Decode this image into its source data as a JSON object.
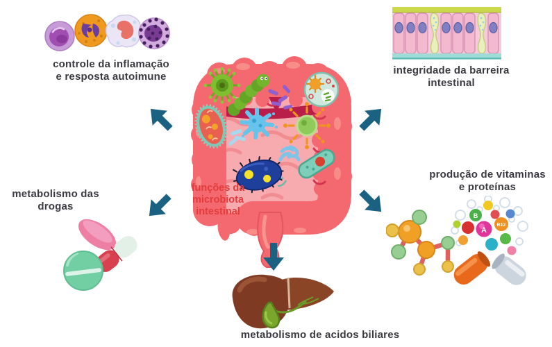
{
  "center": {
    "lines": [
      "funções da",
      "microbiota",
      "intestinal"
    ]
  },
  "nodes": {
    "immune": {
      "lines": [
        "controle da inflamação",
        "e resposta autoimune"
      ]
    },
    "barrier": {
      "lines": [
        "integridade da barreira",
        "intestinal"
      ]
    },
    "drugs": {
      "lines": [
        "metabolismo das",
        "drogas"
      ]
    },
    "vitamins": {
      "lines": [
        "produção de vitaminas",
        "e proteínas"
      ]
    },
    "bile": {
      "lines": [
        "metabolismo de acidos biliares"
      ]
    }
  },
  "vitamin_letters": {
    "a": "A",
    "b": "B",
    "b12": "B12"
  },
  "icons": [
    "immune-cells",
    "epithelial-barrier",
    "pills",
    "molecule",
    "capsule-vitamins",
    "liver",
    "intestine",
    "arrows"
  ],
  "colors": {
    "background": "#ffffff",
    "arrow": "#1a6182",
    "caption_text": "#3a3a40",
    "center_text": "#e23b3c",
    "intestine_main": "#f4696f",
    "intestine_inner": "#f7abae",
    "intestine_shadow": "#b81e49"
  }
}
